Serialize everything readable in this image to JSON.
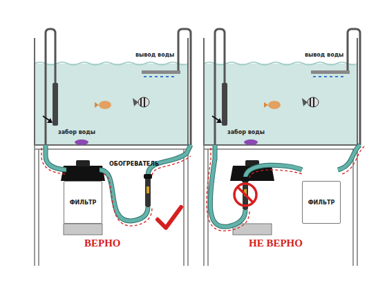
{
  "diagram": {
    "nodes": [
      {
        "text": [
          "ФИЛЬТР"
        ]
      },
      {
        "text": [
          "ФИЛЬТР"
        ]
      }
    ],
    "labels": [
      "вывод воды",
      "забор воды",
      "ОБОГРЕВАТЕЛЬ",
      "ВЕРНО",
      "вывод воды",
      "забор воды",
      "НЕ ВЕРНО"
    ]
  }
}
